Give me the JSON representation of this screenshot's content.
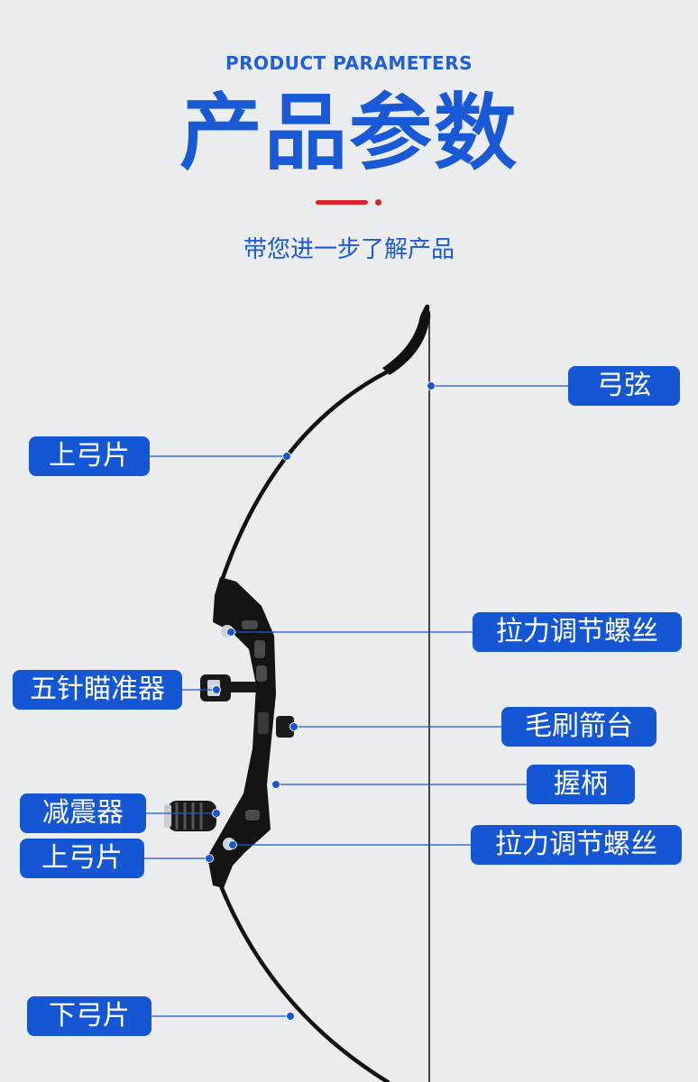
{
  "header": {
    "eyebrow": "PRODUCT PARAMETERS",
    "title": "产品参数",
    "subtitle": "带您进一步了解产品"
  },
  "labels": {
    "string": "弓弦",
    "upper_limb": "上弓片",
    "draw_screw_top": "拉力调节螺丝",
    "sight": "五针瞄准器",
    "brush_rest": "毛刷箭台",
    "grip": "握柄",
    "stabilizer": "减震器",
    "draw_screw_bottom": "拉力调节螺丝",
    "upper_limb_2": "上弓片",
    "lower_limb": "下弓片"
  },
  "colors": {
    "accent_blue": "#1556d4",
    "title_blue": "#1a59d6",
    "divider_red": "#e0202a",
    "background": "#ebecee"
  }
}
